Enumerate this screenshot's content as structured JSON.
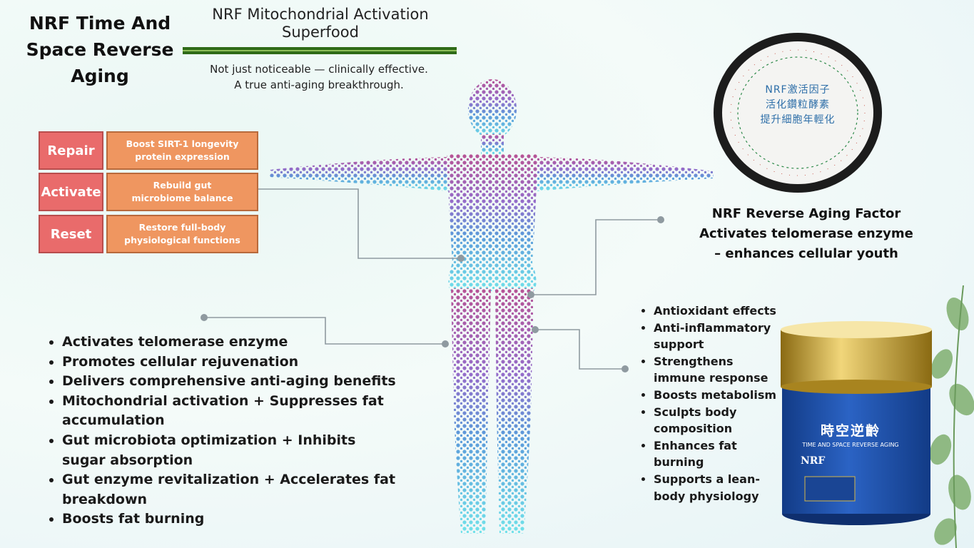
{
  "header": {
    "title": "NRF Time And Space Reverse Aging",
    "subtitle": "NRF Mitochondrial Activation Superfood",
    "tagline_line1": "Not just noticeable — clinically effective.",
    "tagline_line2": "A true anti-aging breakthrough."
  },
  "actions": [
    {
      "label": "Repair",
      "line1": "Boost SIRT-1 longevity",
      "line2": "protein expression"
    },
    {
      "label": "Activate",
      "line1": "Rebuild gut",
      "line2": "microbiome balance"
    },
    {
      "label": "Reset",
      "line1": "Restore full-body",
      "line2": "physiological functions"
    }
  ],
  "seal": {
    "line1": "NRF激活因子",
    "line2": "活化鑽粒酵素",
    "line3": "提升細胞年輕化"
  },
  "factor": {
    "line1": "NRF Reverse Aging Factor",
    "line2": "Activates telomerase enzyme",
    "line3": "– enhances cellular youth"
  },
  "left_benefits": [
    "Activates telomerase enzyme",
    "Promotes cellular rejuvenation",
    "Delivers comprehensive anti-aging benefits",
    "Mitochondrial activation + Suppresses fat accumulation",
    "Gut microbiota optimization + Inhibits sugar absorption",
    "Gut enzyme revitalization + Accelerates fat breakdown",
    "Boosts fat burning"
  ],
  "right_benefits": [
    "Antioxidant effects",
    "Anti-inflammatory support",
    "Strengthens immune response",
    "Boosts metabolism",
    "Sculpts body composition",
    "Enhances fat burning",
    "Supports a lean-body physiology"
  ],
  "product": {
    "name_cn": "時空逆齡",
    "name_en": "TIME AND SPACE REVERSE AGING",
    "brand": "NRF"
  },
  "colors": {
    "label_red": "#e96b6b",
    "desc_orange": "#ef9660",
    "title_bar_green": "#2f6b17",
    "can_blue": "#1f4fa3",
    "can_gold": "#c9a227",
    "seal_blue": "#2d6ea8"
  },
  "icons": [
    "human-figure-icon",
    "seal-badge-icon",
    "product-can-icon",
    "leaf-icon"
  ]
}
